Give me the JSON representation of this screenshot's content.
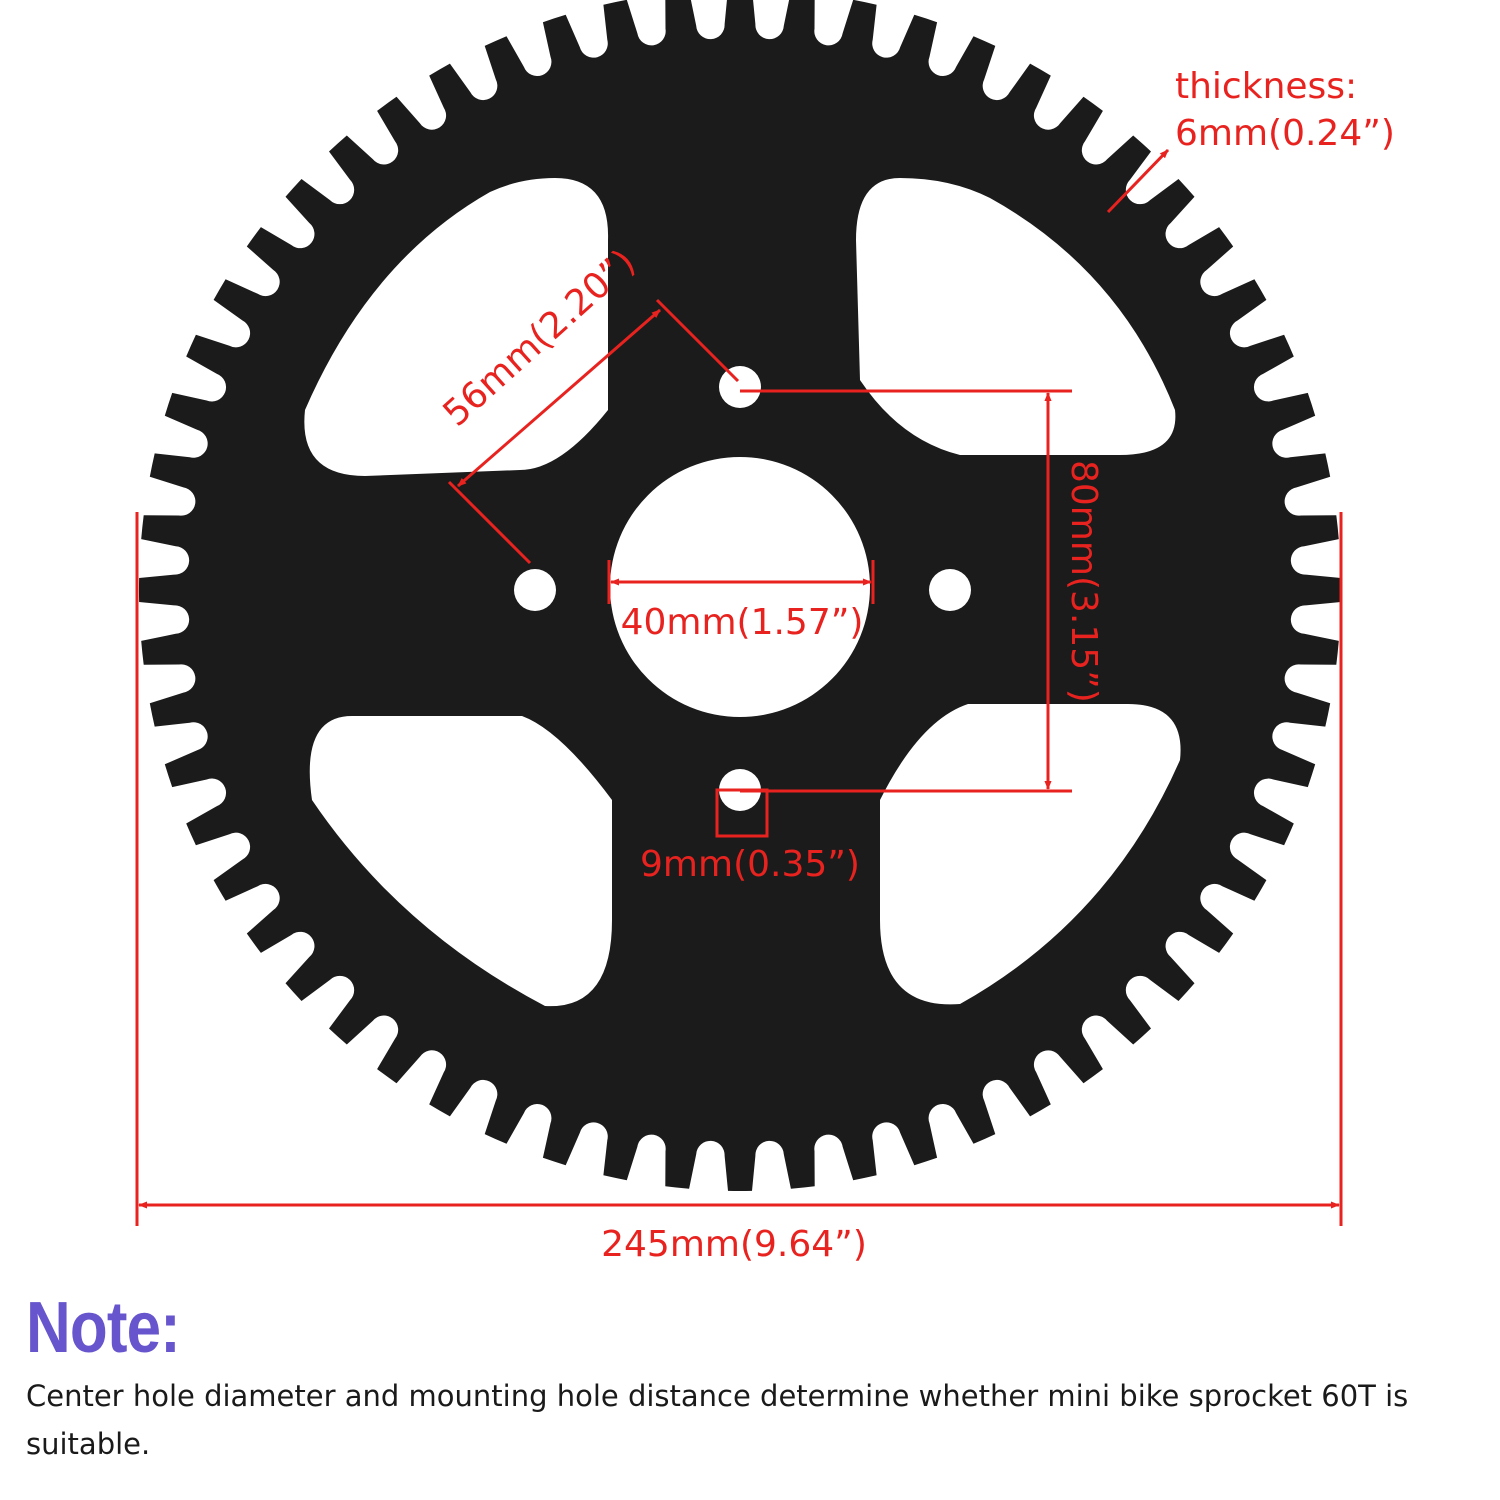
{
  "dimensions": {
    "thickness_label": "thickness:",
    "thickness_value": "6mm(0.24”)",
    "bolt_spacing": "56mm(2.20”)",
    "bolt_pattern": "80mm(3.15”)",
    "center_hole": "40mm(1.57”)",
    "mount_hole": "9mm(0.35”)",
    "outer_diameter": "245mm(9.64”)"
  },
  "note": {
    "heading": "Note:",
    "body": "Center hole diameter and mounting hole distance determine whether mini bike sprocket 60T is suitable."
  },
  "sprocket": {
    "teeth": 60,
    "mount_holes": 4,
    "cutouts": 4,
    "color": "#1b1b1b"
  },
  "colors": {
    "dimension": "#e8231f",
    "note_heading": "#6655cc",
    "body_text": "#1a1a1a"
  }
}
